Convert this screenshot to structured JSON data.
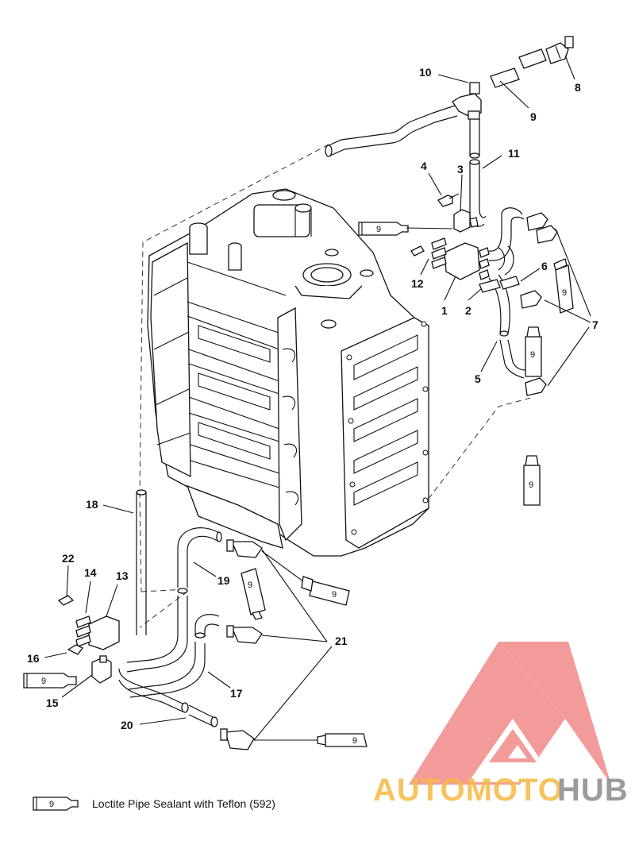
{
  "callouts": {
    "c1": "1",
    "c2": "2",
    "c3": "3",
    "c4": "4",
    "c5": "5",
    "c6": "6",
    "c7": "7",
    "c8": "8",
    "c9": "9",
    "c10": "10",
    "c11": "11",
    "c12": "12",
    "c13": "13",
    "c14": "14",
    "c15": "15",
    "c16": "16",
    "c17": "17",
    "c18": "18",
    "c19": "19",
    "c20": "20",
    "c21": "21",
    "c22": "22"
  },
  "tube_label": "9",
  "legend": {
    "tube_number": "9",
    "text": "Loctite Pipe Sealant with Teflon (592)"
  },
  "watermark": {
    "word_left": "AUTOMOTO",
    "word_right": "HUB",
    "color_left": "#f5b942",
    "color_right": "#8a8a8a",
    "logo_color": "#f07a7a"
  }
}
